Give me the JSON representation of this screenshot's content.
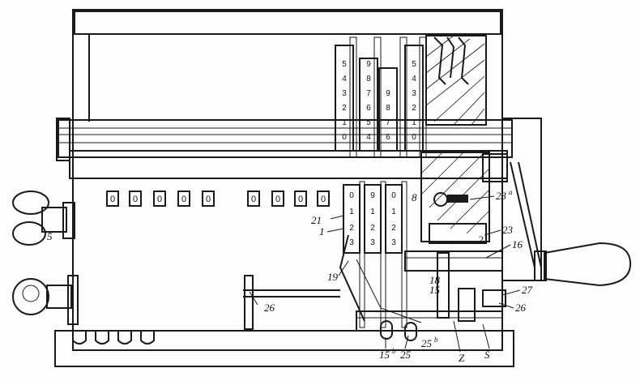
{
  "figure": {
    "labels": {
      "l5": "5",
      "l21": "21",
      "l1": "1",
      "l19": "19",
      "l26a": "26",
      "l15b": "15",
      "l15b_sup": "b",
      "l25": "25",
      "l25b": "25",
      "l25b_sup": "b",
      "lZ": "Z",
      "lS": "S",
      "l26b": "26",
      "l27": "27",
      "l16": "16",
      "l23": "23",
      "l23a": "23",
      "l23a_sup": "a",
      "l8": "8",
      "l2": "2",
      "l18": "18",
      "l15": "15"
    },
    "register_windows": [
      "0",
      "0",
      "0",
      "0",
      "0",
      "0",
      "0",
      "0",
      "0"
    ],
    "upper_rack_left": [
      "5",
      "4",
      "3",
      "2",
      "1",
      "0"
    ],
    "upper_rack_mid": [
      "9",
      "8",
      "7",
      "6",
      "5",
      "4"
    ],
    "upper_rack_right": [
      "9",
      "8",
      "7",
      "6"
    ],
    "upper_rack_far": [
      "5",
      "4",
      "3",
      "2",
      "1",
      "0"
    ],
    "lower_col_a": [
      "0",
      "1",
      "2",
      "3"
    ],
    "lower_col_b": [
      "9",
      "1",
      "2",
      "3"
    ],
    "lower_col_c": [
      "0",
      "1",
      "2",
      "3"
    ]
  }
}
